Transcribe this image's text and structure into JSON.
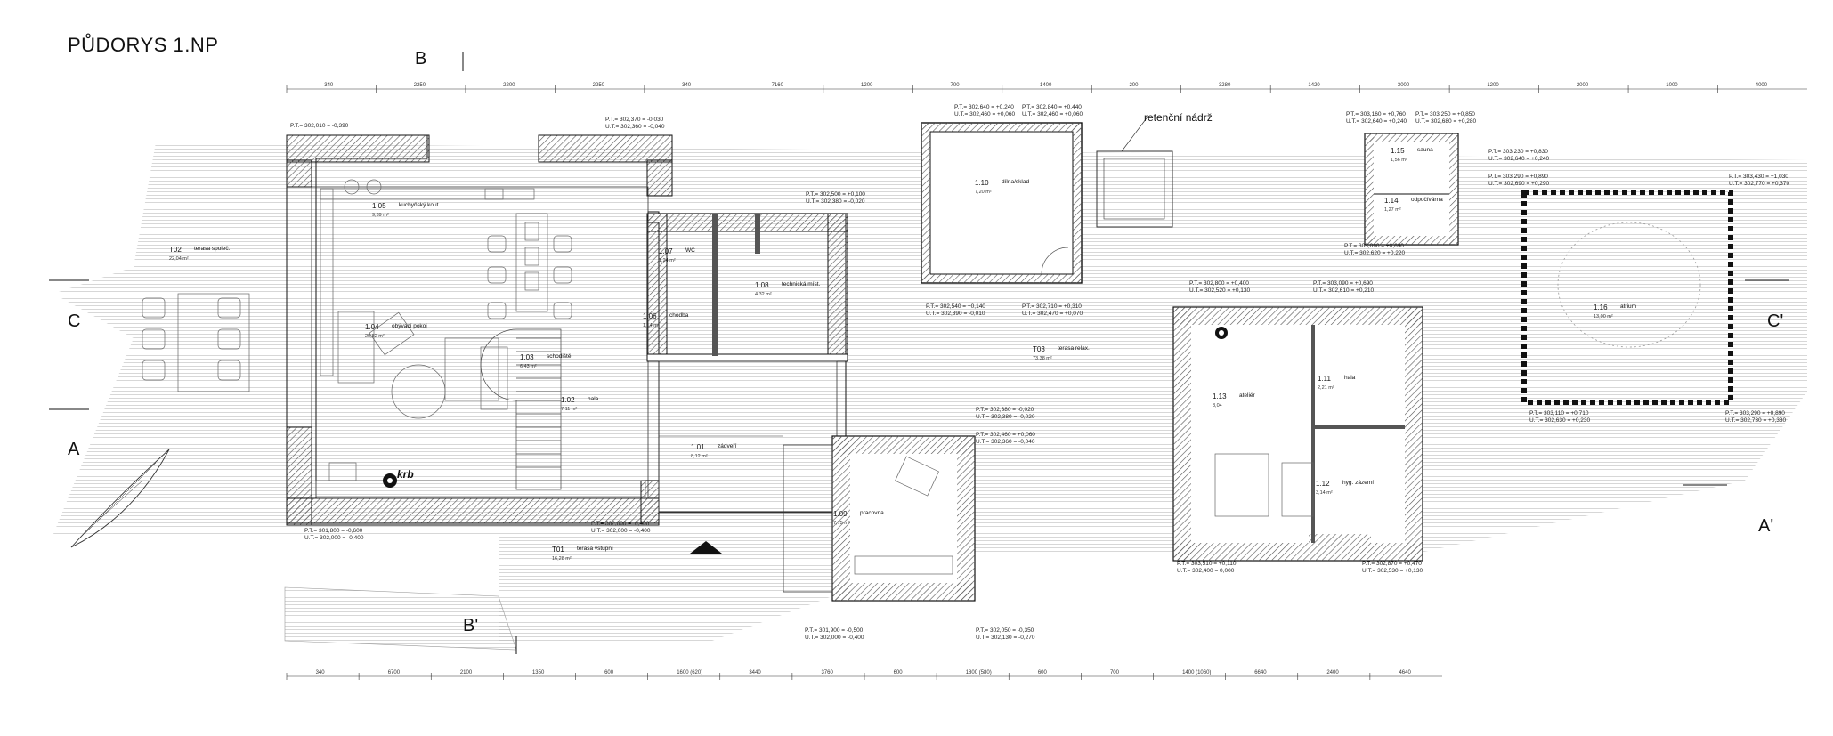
{
  "title": "PŮDORYS 1.NP",
  "section_marks": {
    "a": "A",
    "a2": "A'",
    "b": "B",
    "b2": "B'",
    "c": "C",
    "c2": "C'"
  },
  "tank_label": "retenční nádrž",
  "fireplace_label": "krb",
  "rooms": [
    {
      "num": "1.05",
      "name": "kuchyňský kout",
      "area": "9,39 m²"
    },
    {
      "num": "1.04",
      "name": "obývací pokoj",
      "area": "20,82 m²"
    },
    {
      "num": "1.03",
      "name": "schodiště",
      "area": "6,43 m²"
    },
    {
      "num": "1.02",
      "name": "hala",
      "area": "7,11 m²"
    },
    {
      "num": "1.01",
      "name": "zádveří",
      "area": "8,12 m²"
    },
    {
      "num": "1.06",
      "name": "chodba",
      "area": "1,14 m²"
    },
    {
      "num": "1.07",
      "name": "WC",
      "area": "1,24 m²"
    },
    {
      "num": "1.08",
      "name": "technická míst.",
      "area": "4,32 m²"
    },
    {
      "num": "1.09",
      "name": "pracovna",
      "area": "7,75 m²"
    },
    {
      "num": "1.10",
      "name": "dílna/sklad",
      "area": "7,20 m²"
    },
    {
      "num": "1.11",
      "name": "hala",
      "area": "2,21 m²"
    },
    {
      "num": "1.12",
      "name": "hyg. zázemí",
      "area": "3,14 m²"
    },
    {
      "num": "1.13",
      "name": "ateliér",
      "area": "8,04"
    },
    {
      "num": "1.14",
      "name": "odpočívárna",
      "area": "1,27 m²"
    },
    {
      "num": "1.15",
      "name": "sauna",
      "area": "1,56 m²"
    },
    {
      "num": "1.16",
      "name": "atrium",
      "area": "13,00 m²"
    }
  ],
  "terraces": [
    {
      "num": "T01",
      "name": "terasa vstupní",
      "area": "16,28 m²"
    },
    {
      "num": "T02",
      "name": "terasa společ.",
      "area": "22,04 m²"
    },
    {
      "num": "T03",
      "name": "terasa relax.",
      "area": "73,38 m²"
    }
  ],
  "levels": [
    {
      "pt": "P.T.= 302,010 = -0,390",
      "ut": ""
    },
    {
      "pt": "P.T.= 302,370 = -0,030",
      "ut": "U.T.= 302,360 = -0,040"
    },
    {
      "pt": "P.T.= 302,640 = +0,240",
      "ut": "U.T.= 302,460 = +0,060"
    },
    {
      "pt": "P.T.= 302,840 = +0,440",
      "ut": "U.T.= 302,460 = +0,060"
    },
    {
      "pt": "P.T.= 303,160 = +0,760",
      "ut": "U.T.= 302,640 = +0,240"
    },
    {
      "pt": "P.T.= 303,250 = +0,850",
      "ut": "U.T.= 302,680 = +0,280"
    },
    {
      "pt": "P.T.= 303,230 = +0,830",
      "ut": "U.T.= 302,640 = +0,240"
    },
    {
      "pt": "P.T.= 303,290 = +0,890",
      "ut": "U.T.= 302,690 = +0,290"
    },
    {
      "pt": "P.T.= 303,430 = +1,030",
      "ut": "U.T.= 302,770 = +0,370"
    },
    {
      "pt": "P.T.= 302,500 = +0,100",
      "ut": "U.T.= 302,380 = -0,020"
    },
    {
      "pt": "P.T.= 303,090 = +0,690",
      "ut": "U.T.= 302,620 = +0,220"
    },
    {
      "pt": "P.T.= 302,540 = +0,140",
      "ut": "U.T.= 302,390 = -0,010"
    },
    {
      "pt": "P.T.= 302,710 = +0,310",
      "ut": "U.T.= 302,470 = +0,070"
    },
    {
      "pt": "P.T.= 302,800 = +0,400",
      "ut": "U.T.= 302,520 = +0,130"
    },
    {
      "pt": "P.T.= 303,090 = +0,690",
      "ut": "U.T.= 302,610 = +0,210"
    },
    {
      "pt": "P.T.= 302,380 = -0,020",
      "ut": "U.T.= 302,380 = -0,020"
    },
    {
      "pt": "P.T.= 302,460 = +0,060",
      "ut": "U.T.= 302,360 = -0,040"
    },
    {
      "pt": "P.T.= 303,110 = +0,710",
      "ut": "U.T.= 302,630 = +0,230"
    },
    {
      "pt": "P.T.= 303,290 = +0,890",
      "ut": "U.T.= 302,730 = +0,330"
    },
    {
      "pt": "P.T.= 301,800 = -0,600",
      "ut": "U.T.= 302,000 = -0,400"
    },
    {
      "pt": "P.T.= 302,000 = -0,400",
      "ut": "U.T.= 302,000 = -0,400"
    },
    {
      "pt": "P.T.= 303,510 = +0,110",
      "ut": "U.T.= 302,400 = 0,000"
    },
    {
      "pt": "P.T.= 302,870 = +0,470",
      "ut": "U.T.= 302,530 = +0,130"
    },
    {
      "pt": "P.T.= 301,900 = -0,500",
      "ut": "U.T.= 302,000 = -0,400"
    },
    {
      "pt": "P.T.= 302,050 = -0,350",
      "ut": "U.T.= 302,130 = -0,270"
    }
  ],
  "dims_top": [
    "340",
    "2250",
    "2200",
    "2250",
    "340",
    "7160",
    "1200",
    "700",
    "1400",
    "200",
    "3280",
    "1420",
    "3000",
    "1200",
    "2000",
    "1000",
    "4000"
  ],
  "dims_bottom": [
    "340",
    "6700",
    "2100",
    "1350",
    "600",
    "1600 (620)",
    "3440",
    "3760",
    "600",
    "1800 (580)",
    "600",
    "700",
    "1400 (1060)",
    "6640",
    "2400",
    "4640"
  ]
}
